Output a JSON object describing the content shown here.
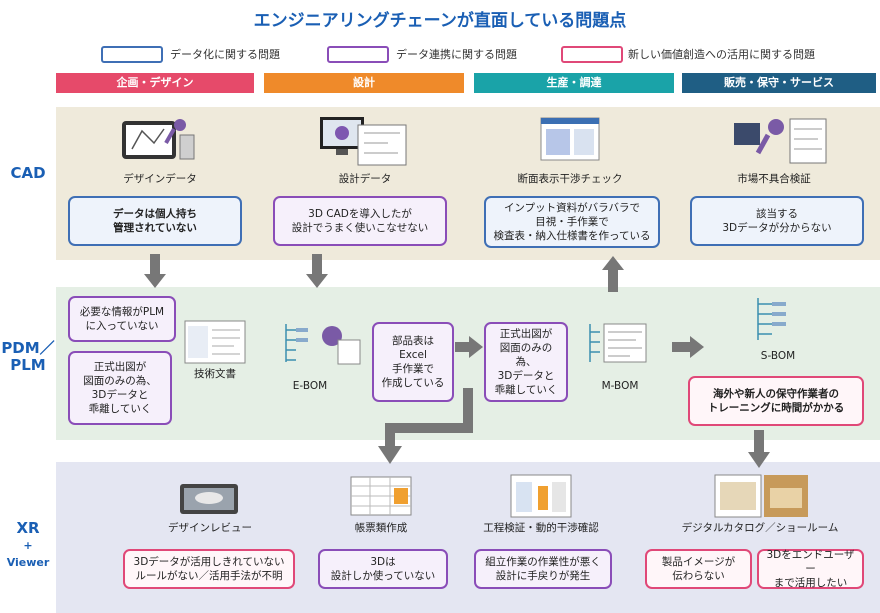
{
  "title": "エンジニアリングチェーンが直面している問題点",
  "legend": [
    {
      "label": "データ化に関する問題",
      "color": "#3f6fb5"
    },
    {
      "label": "データ連携に関する問題",
      "color": "#8a4db8"
    },
    {
      "label": "新しい価値創造への活用に関する問題",
      "color": "#e04878"
    }
  ],
  "phases": [
    {
      "label": "企画・デザイン",
      "color": "#e64a6a"
    },
    {
      "label": "設計",
      "color": "#ef8a2a"
    },
    {
      "label": "生産・調達",
      "color": "#1aa3a8"
    },
    {
      "label": "販売・保守・サービス",
      "color": "#1f5e84"
    }
  ],
  "rows": {
    "cad": "CAD",
    "pdm_line1": "PDM／",
    "pdm_line2": "PLM",
    "xr_line1": "XR",
    "xr_plus": "+",
    "xr_line2": "Viewer"
  },
  "cad": {
    "design_data": "デザインデータ",
    "design_issue": "データは個人持ち\n管理されていない",
    "design_data2": "設計データ",
    "design_issue2": "3D CADを導入したが\n設計でうまく使いこなせない",
    "section_check": "断面表示干渉チェック",
    "section_issue": "インプット資料がバラバラで\n目視・手作業で\n検査表・納入仕様書を作っている",
    "market_check": "市場不具合検証",
    "market_issue": "該当する\n3Dデータが分からない"
  },
  "pdm": {
    "info_issue": "必要な情報がPLM\nに入っていない",
    "tech_doc": "技術文書",
    "drawing_issue": "正式出図が\n図面のみの為、\n3Dデータと\n乖離していく",
    "ebom": "E-BOM",
    "excel_issue": "部品表は\nExcel\n手作業で\n作成している",
    "drawing_issue2": "正式出図が\n図面のみの為、\n3Dデータと\n乖離していく",
    "mbom": "M-BOM",
    "sbom": "S-BOM",
    "training_issue": "海外や新人の保守作業者の\nトレーニングに時間がかかる"
  },
  "xr": {
    "design_review": "デザインレビュー",
    "review_issue": "3Dデータが活用しきれていない\nルールがない／活用手法が不明",
    "forms": "帳票類作成",
    "forms_issue": "3Dは\n設計しか使っていない",
    "process_check": "工程検証・動的干渉確認",
    "process_issue": "組立作業の作業性が悪く\n設計に手戻りが発生",
    "catalog": "デジタルカタログ／ショールーム",
    "catalog_issue1": "製品イメージが\n伝わらない",
    "catalog_issue2": "3Dをエンドユーザー\nまで活用したい"
  }
}
